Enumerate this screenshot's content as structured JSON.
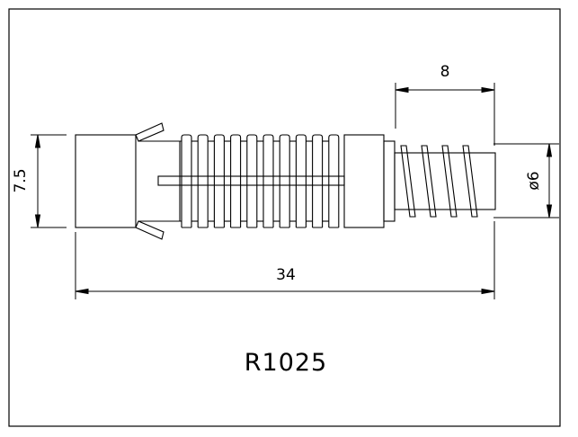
{
  "drawing": {
    "part_code": "R1025",
    "dimensions": {
      "overall_length": "34",
      "screw_length": "8",
      "body_diameter": "7.5",
      "screw_diameter": "ø6"
    },
    "colors": {
      "line": "#000000",
      "background": "#ffffff"
    }
  }
}
